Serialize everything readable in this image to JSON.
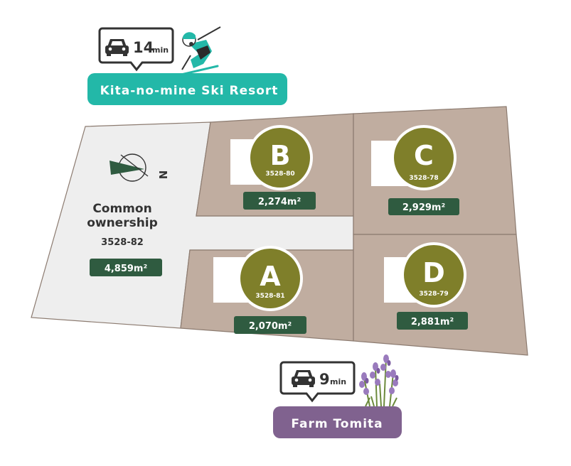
{
  "colors": {
    "plot_fill": "#c0ada0",
    "common_fill": "#eeeeee",
    "border": "#8c7b70",
    "circle": "#7f7f2a",
    "badge": "#2f5b40",
    "ski": "#23b8a8",
    "farm": "#80628f"
  },
  "ski_resort": {
    "drive_minutes": "14",
    "unit": "min",
    "label": "Kita-no-mine Ski Resort",
    "car_icon": "car-icon",
    "skier_icon": "skier-icon"
  },
  "farm": {
    "drive_minutes": "9",
    "unit": "min",
    "label": "Farm Tomita",
    "car_icon": "car-icon",
    "flower_icon": "lavender-icon"
  },
  "compass": {
    "label": "N",
    "icon": "north-arrow-icon"
  },
  "common": {
    "title_line1": "Common",
    "title_line2": "ownership",
    "lot_id": "3528-82",
    "area": "4,859m²"
  },
  "plots": [
    {
      "letter": "B",
      "lot_id": "3528-80",
      "area": "2,274m²"
    },
    {
      "letter": "C",
      "lot_id": "3528-78",
      "area": "2,929m²"
    },
    {
      "letter": "A",
      "lot_id": "3528-81",
      "area": "2,070m²"
    },
    {
      "letter": "D",
      "lot_id": "3528-79",
      "area": "2,881m²"
    }
  ]
}
